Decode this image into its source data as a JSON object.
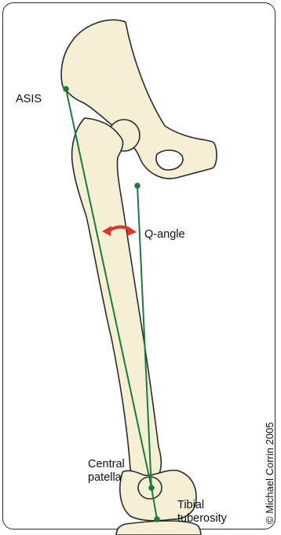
{
  "labels": {
    "asis": "ASIS",
    "q_angle": "Q-angle",
    "central_patella": [
      "Central",
      "patella"
    ],
    "tibial_tuberosity": [
      "Tibial",
      "tuberosity"
    ]
  },
  "copyright": "© Michael Corrin 2005",
  "colors": {
    "bone_fill": "#f4efd5",
    "bone_outline": "#2b2b2b",
    "line": "#1e7a3a",
    "point": "#1e7a3a",
    "arrow": "#d63a2a",
    "frame": "#2a2a2a"
  },
  "icons": {
    "q_angle_arrow": "curved-double-arrow-icon"
  }
}
